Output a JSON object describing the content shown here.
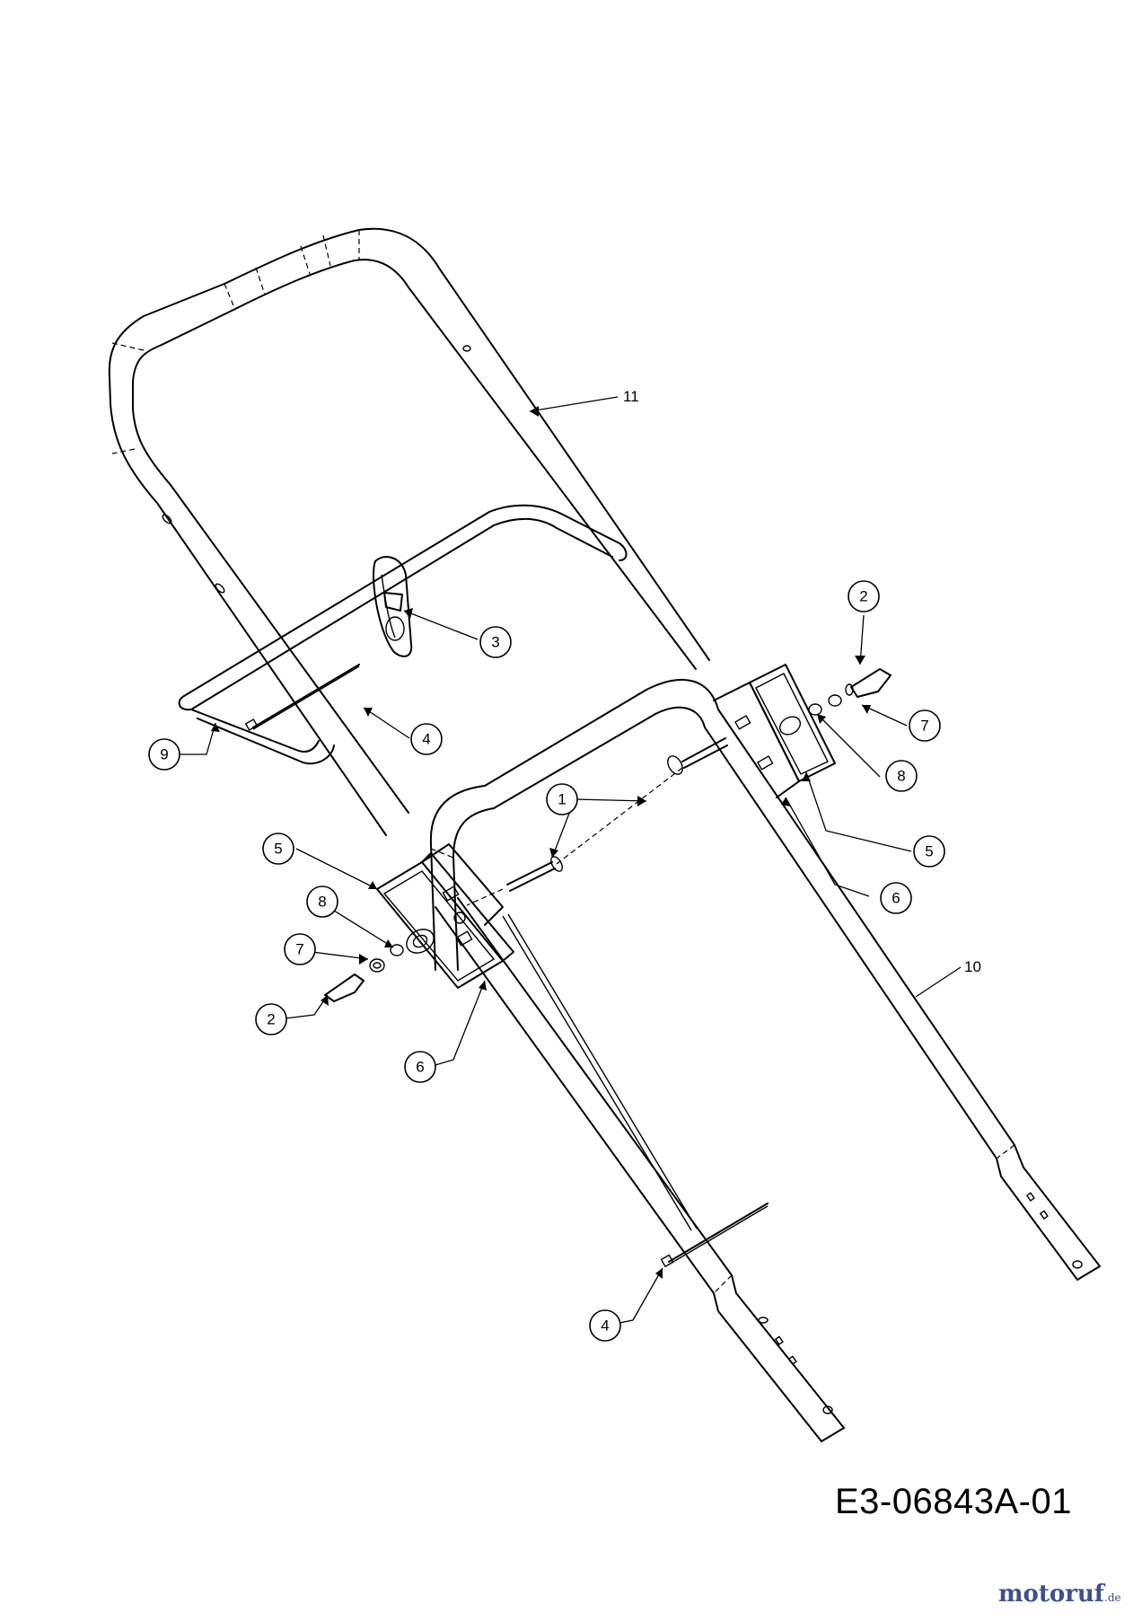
{
  "diagram": {
    "drawing_code": "E3-06843A-01",
    "watermark": {
      "brand": "motoruf",
      "tld": ".de"
    },
    "callouts": [
      {
        "id": "c11",
        "label": "11"
      },
      {
        "id": "c10",
        "label": "10"
      },
      {
        "id": "c2a",
        "label": "2"
      },
      {
        "id": "c2b",
        "label": "2"
      },
      {
        "id": "c3",
        "label": "3"
      },
      {
        "id": "c4a",
        "label": "4"
      },
      {
        "id": "c4b",
        "label": "4"
      },
      {
        "id": "c9",
        "label": "9"
      },
      {
        "id": "c7a",
        "label": "7"
      },
      {
        "id": "c7b",
        "label": "7"
      },
      {
        "id": "c8a",
        "label": "8"
      },
      {
        "id": "c8b",
        "label": "8"
      },
      {
        "id": "c5a",
        "label": "5"
      },
      {
        "id": "c5b",
        "label": "5"
      },
      {
        "id": "c6a",
        "label": "6"
      },
      {
        "id": "c6b",
        "label": "6"
      },
      {
        "id": "c1",
        "label": "1"
      }
    ]
  }
}
